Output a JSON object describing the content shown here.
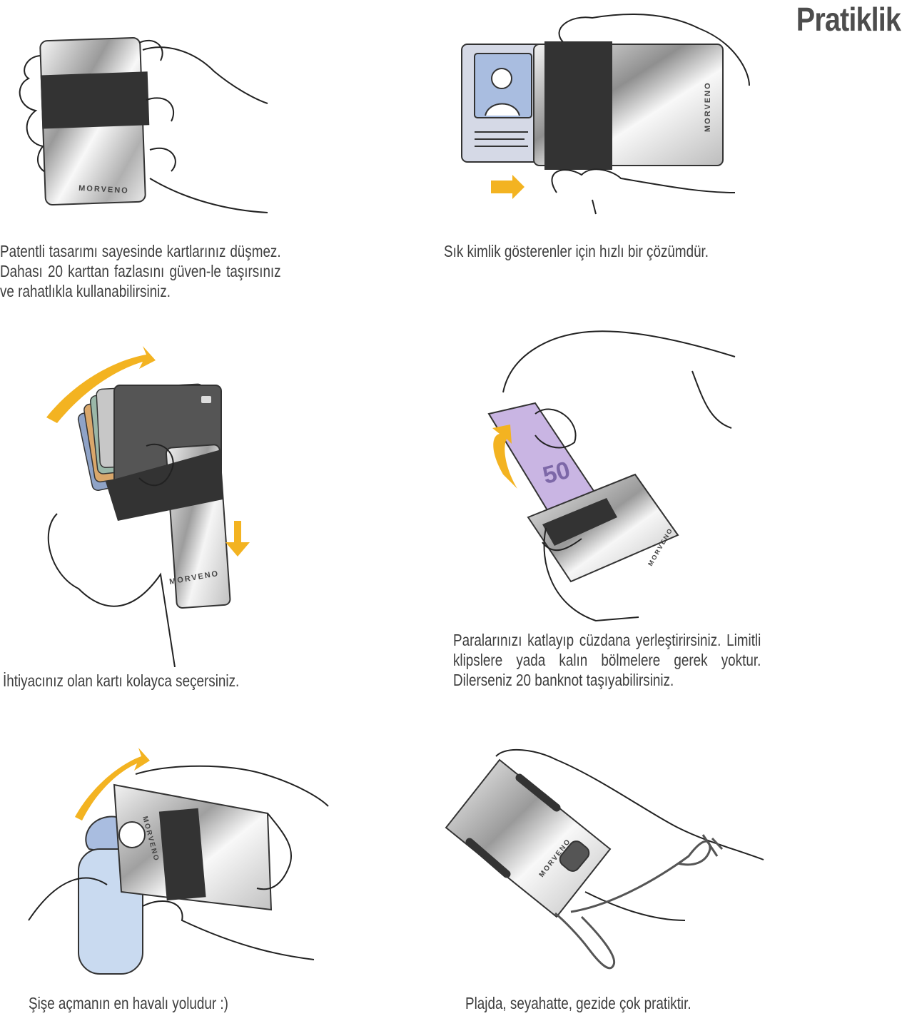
{
  "page": {
    "title": "Pratiklik"
  },
  "brand": "MORVENO",
  "banknote_value": "50",
  "colors": {
    "arrow": "#f3b321",
    "band": "#333333",
    "ink": "#222222",
    "id_photo": "#a9bde0",
    "banknote": "#c9b5e3"
  },
  "panels": [
    {
      "caption": "Patentli tasarımı sayesinde kartlarınız düşmez. Dahası 20 karttan fazlasını güven-le taşırsınız ve rahatlıkla kullanabilirsiniz."
    },
    {
      "caption": "Sık kimlik gösterenler için hızlı bir çözümdür."
    },
    {
      "caption": "İhtiyacınız olan kartı kolayca seçersiniz."
    },
    {
      "caption": "Paralarınızı katlayıp cüzdana yerleştirirsiniz. Limitli klipslere yada kalın bölmelere gerek yoktur. Dilerseniz 20 banknot taşıyabilirsiniz."
    },
    {
      "caption": "Şişe açmanın en havalı yoludur :)"
    },
    {
      "caption": "Plajda, seyahatte, gezide çok pratiktir."
    }
  ]
}
